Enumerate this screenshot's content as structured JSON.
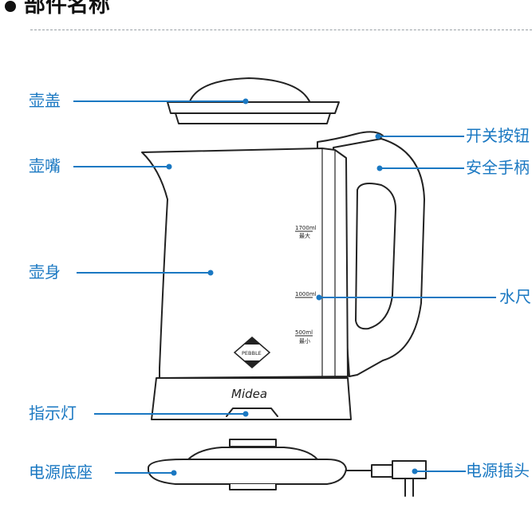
{
  "heading": "部件名称",
  "colors": {
    "accent": "#1a78c2",
    "outline": "#222222"
  },
  "labels": {
    "lid": "壶盖",
    "spout": "壶嘴",
    "body": "壶身",
    "indicator": "指示灯",
    "base": "电源底座",
    "switch": "开关按钮",
    "handle": "安全手柄",
    "water_gauge": "水尺",
    "plug": "电源插头"
  },
  "scale": {
    "max_volume": "1700ml",
    "max_text": "最大",
    "mid_volume": "1000ml",
    "min_volume": "500ml",
    "min_text": "最小"
  },
  "brand": "Midea",
  "badge": "PEBBLE"
}
